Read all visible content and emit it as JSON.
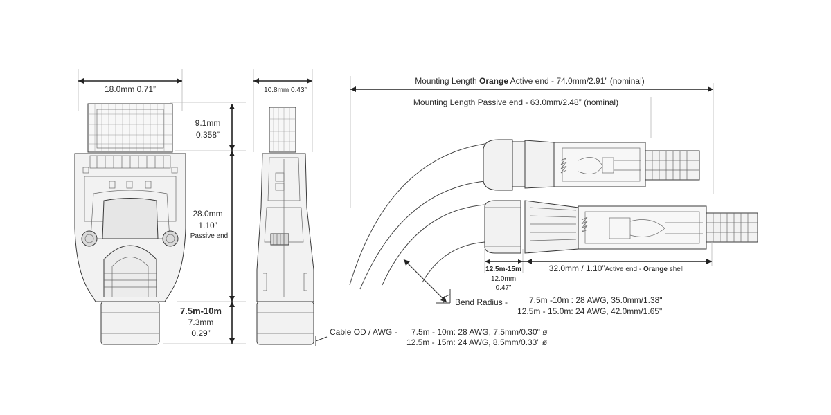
{
  "front_view": {
    "width_label": "18.0mm 0.71”",
    "top_height_mm": "9.1mm",
    "top_height_in": "0.358”",
    "body_height_mm": "28.0mm",
    "body_height_in": "1.10”",
    "body_height_note": "Passive end",
    "boot_range": "7.5m-10m",
    "boot_height_mm": "7.3mm",
    "boot_height_in": "0.29”"
  },
  "side_view": {
    "width_label": "10.8mm 0.43”"
  },
  "mounting": {
    "active_prefix": "Mounting Length ",
    "active_bold": "Orange",
    "active_suffix": " Active end - 74.0mm/2.91” (nominal)",
    "passive_label": "Mounting Length Passive end - 63.0mm/2.48” (nominal)"
  },
  "boot_detail": {
    "range": "12.5m-15m",
    "size_mm": "12.0mm",
    "size_in": "0.47”"
  },
  "shell": {
    "length": "32.0mm / 1.10”",
    "active_prefix": "Active end - ",
    "active_bold": "Orange",
    "active_suffix": " shell"
  },
  "bend_radius": {
    "label": "Bend Radius -",
    "line1": "7.5m -10m : 28 AWG, 35.0mm/1.38\"",
    "line2": "12.5m - 15.0m: 24 AWG, 42.0mm/1.65\""
  },
  "cable_od": {
    "label": "Cable OD / AWG -",
    "line1": "7.5m - 10m: 28 AWG, 7.5mm/0.30\" ø",
    "line2": "12.5m - 15m: 24 AWG, 8.5mm/0.33\" ø"
  }
}
